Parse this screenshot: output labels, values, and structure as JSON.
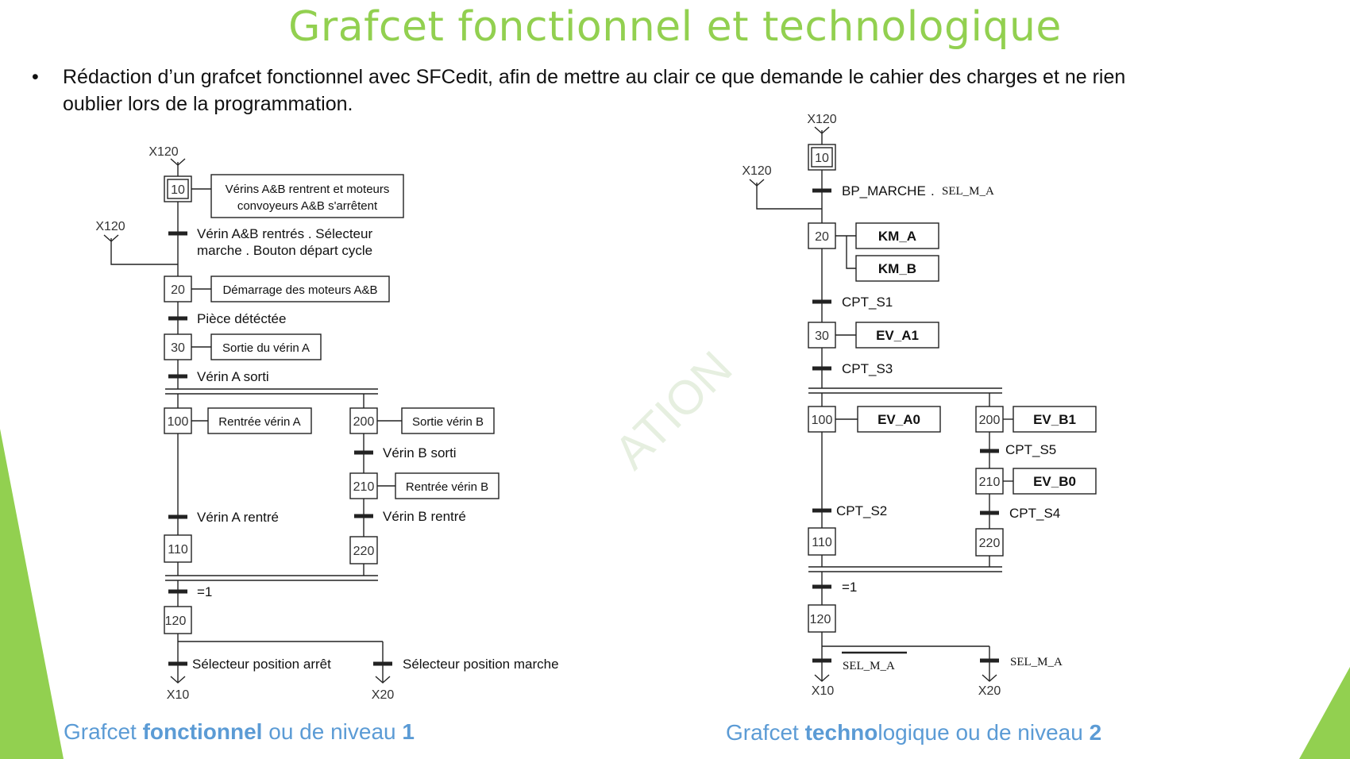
{
  "slide": {
    "title": "Grafcet fonctionnel et technologique",
    "bullet_symbol": "•",
    "bullet_text": "Rédaction d’un grafcet fonctionnel avec SFCedit, afin de mettre au clair ce que demande le cahier des charges et ne rien oublier lors de la programmation.",
    "watermark": "ATION",
    "accent_color": "#92d050",
    "caption_color": "#5b9bd5"
  },
  "captions": {
    "left": {
      "pre": "Grafcet ",
      "bold": "fonctionnel",
      "post": " ou de niveau ",
      "level": "1"
    },
    "right": {
      "pre": "Grafcet ",
      "bold": "techno",
      "post": "logique ou de niveau ",
      "level": "2"
    }
  },
  "functional": {
    "ref_top": "X120",
    "ref_loop": "X120",
    "step_10": "10",
    "action_10_line1": "Vérins A&B rentrent et moteurs",
    "action_10_line2": "convoyeurs A&B s'arrêtent",
    "t_10_line1": "Vérin A&B rentrés . Sélecteur",
    "t_10_line2": "marche . Bouton départ cycle",
    "step_20": "20",
    "action_20": "Démarrage des moteurs A&B",
    "t_20": "Pièce détéctée",
    "step_30": "30",
    "action_30": "Sortie du vérin A",
    "t_30": "Vérin A sorti",
    "step_100": "100",
    "action_100": "Rentrée vérin A",
    "step_200": "200",
    "action_200": "Sortie vérin B",
    "t_200": "Vérin B sorti",
    "step_210": "210",
    "action_210": "Rentrée vérin B",
    "t_100": "Vérin A rentré",
    "t_210": "Vérin B rentré",
    "step_110": "110",
    "step_220": "220",
    "t_sync": "=1",
    "step_120": "120",
    "t_120_left": "Sélecteur position  arrêt",
    "t_120_right": "Sélecteur position marche",
    "out_left": "X10",
    "out_right": "X20"
  },
  "technological": {
    "ref_top": "X120",
    "ref_loop": "X120",
    "step_10": "10",
    "t_10_a": "BP_MARCHE",
    "t_10_dot": ".",
    "t_10_b": "SEL_M_A",
    "step_20": "20",
    "action_20_a": "KM_A",
    "action_20_b": "KM_B",
    "t_20": "CPT_S1",
    "step_30": "30",
    "action_30": "EV_A1",
    "t_30": "CPT_S3",
    "step_100": "100",
    "action_100": "EV_A0",
    "step_200": "200",
    "action_200": "EV_B1",
    "t_200": "CPT_S5",
    "step_210": "210",
    "action_210": "EV_B0",
    "t_100": "CPT_S2",
    "t_210": "CPT_S4",
    "step_110": "110",
    "step_220": "220",
    "t_sync": "=1",
    "step_120": "120",
    "t_120_left": "SEL_M_A",
    "t_120_right": "SEL_M_A",
    "out_left": "X10",
    "out_right": "X20"
  }
}
